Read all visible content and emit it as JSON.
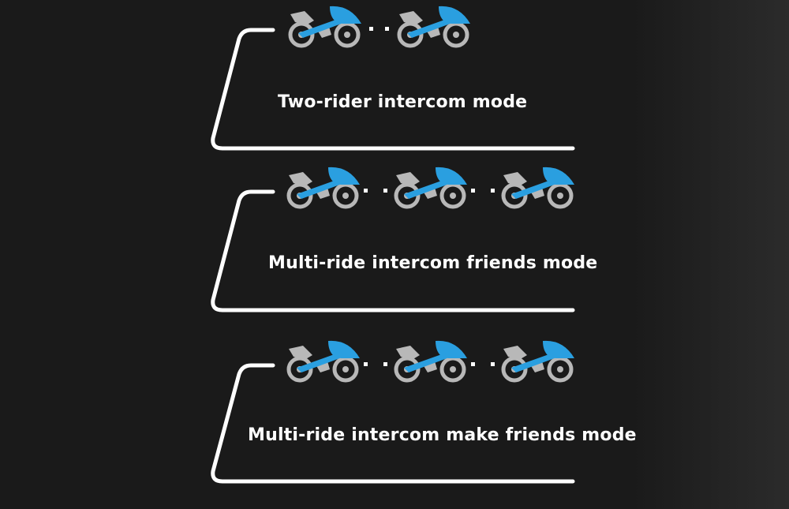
{
  "modes": [
    {
      "label": "Two-rider intercom mode",
      "riders": 2
    },
    {
      "label": "Multi-ride intercom friends mode",
      "riders": 3
    },
    {
      "label": "Multi-ride intercom make friends mode",
      "riders": 3
    }
  ],
  "colors": {
    "background": "#1a1a1a",
    "bracket": "#ffffff",
    "fairing": "#2a9fe0",
    "wheels": "#b8b8b8",
    "connector": "#ffffff"
  },
  "icon": "motorcycle-icon"
}
